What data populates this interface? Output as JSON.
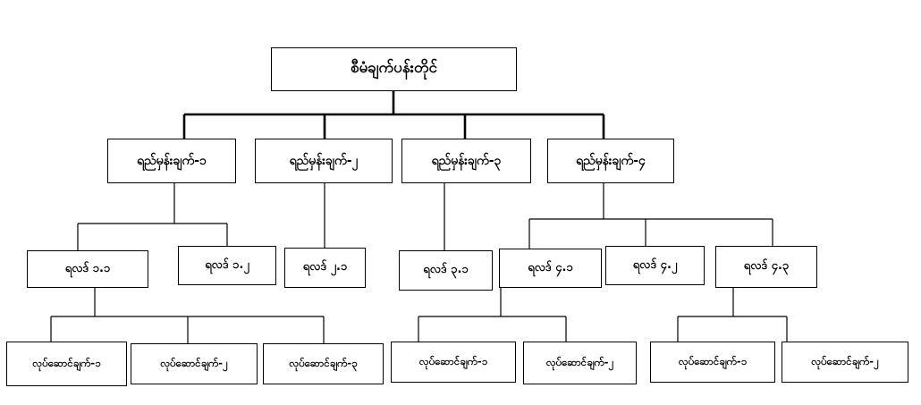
{
  "root": "စီမံချက်ပန်းတိုင်",
  "level1": [
    "ရည်မှန်းချက်-၁",
    "ရည်မှန်းချက်-၂",
    "ရည်မှန်းချက်-၃",
    "ရည်မှန်းချက်-၄"
  ],
  "level2": [
    "ရလဒ် ၁.၁",
    "ရလဒ် ၁.၂",
    "ရလဒ် ၂.၁",
    "ရလဒ် ၃.၁",
    "ရလဒ် ၄.၁",
    "ရလဒ် ၄.၂",
    "ရလဒ် ၄.၃"
  ],
  "level3": [
    "လုပ်ဆောင်ချက်-၁",
    "လုပ်ဆောင်ချက်-၂",
    "လုပ်ဆောင်ချက်-၃",
    "လုပ်ဆောင်ချက်-၁",
    "လုပ်ဆောင်ချက်-၂",
    "လုပ်ဆောင်ချက်-၁",
    "လုပ်ဆောင်ချက်-၂"
  ],
  "colors": {
    "line": "#000000",
    "box_border": "#000000",
    "background": "#ffffff"
  }
}
